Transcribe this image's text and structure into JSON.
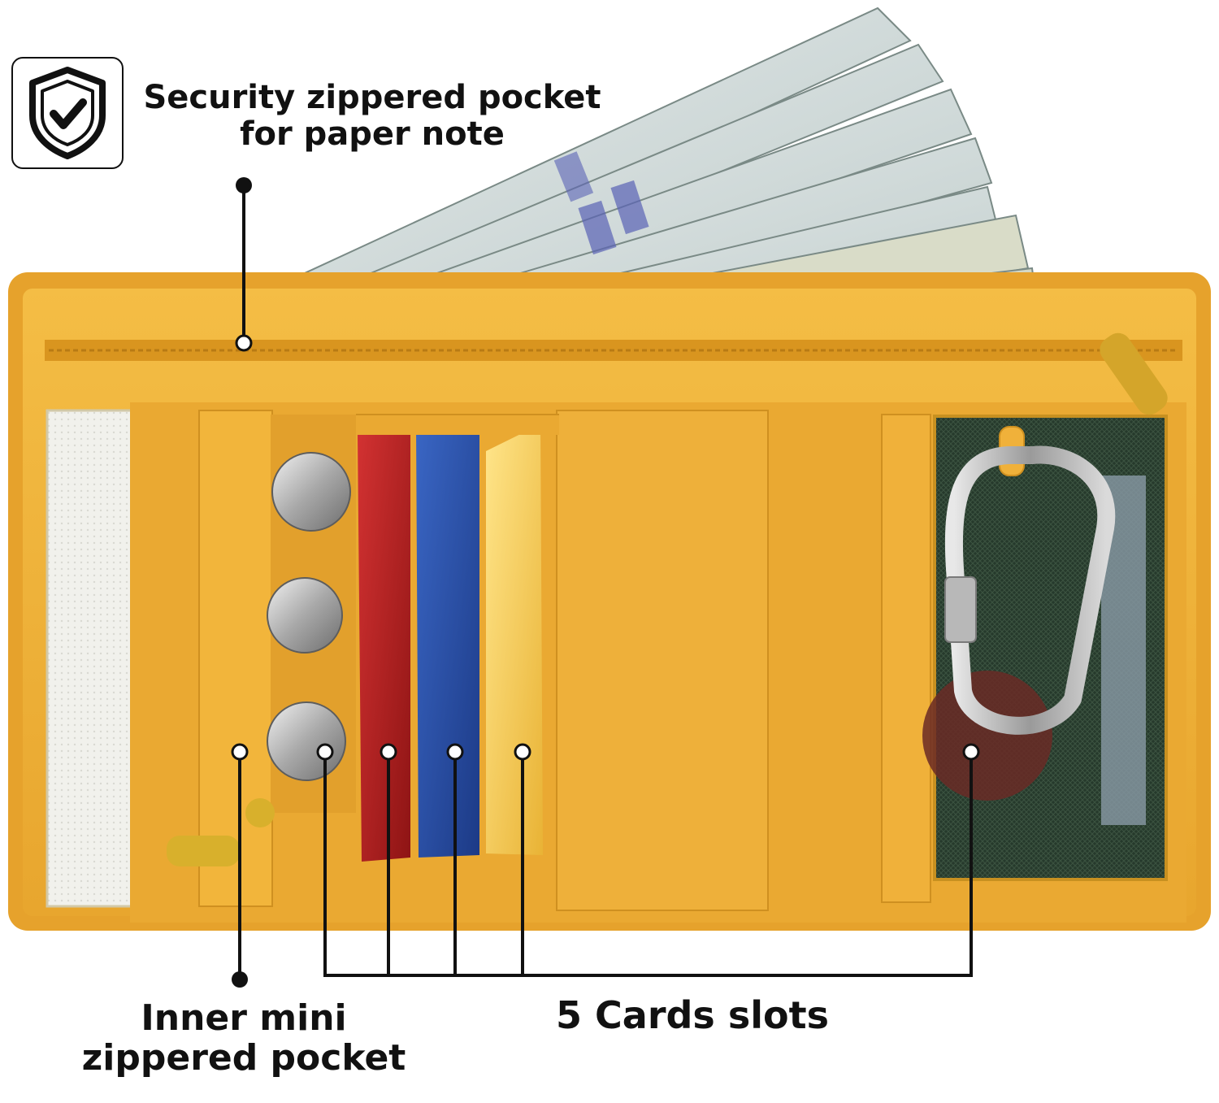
{
  "labels": {
    "security_line1": "Security zippered pocket",
    "security_line2": "for paper note",
    "inner_line1": "Inner mini",
    "inner_line2": "zippered pocket",
    "cards": "5 Cards slots"
  },
  "icons": {
    "badge": "shield-check-icon"
  },
  "colors": {
    "wallet": "#f0b43a",
    "wallet_dark": "#d99a22",
    "leader": "#111111"
  }
}
